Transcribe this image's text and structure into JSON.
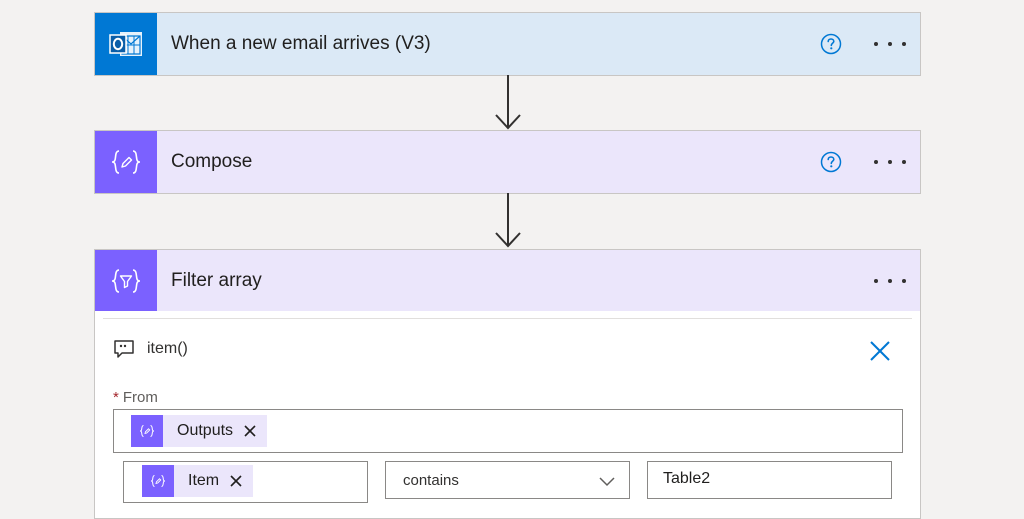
{
  "flow": {
    "trigger": {
      "title": "When a new email arrives (V3)",
      "icon": "outlook-icon",
      "accent": "#0078d4"
    },
    "compose": {
      "title": "Compose",
      "icon": "compose-icon",
      "accent": "#7b61ff"
    },
    "filter": {
      "title": "Filter array",
      "icon": "filter-array-icon",
      "accent": "#7b61ff",
      "comment_text": "item()",
      "from_required_marker": "*",
      "from_label": "From",
      "from_token": "Outputs",
      "condition": {
        "left_token": "Item",
        "operator": "contains",
        "value": "Table2"
      }
    }
  },
  "colors": {
    "help_blue": "#0078d4",
    "token_purple": "#7b61ff",
    "required_red": "#a4262c"
  }
}
